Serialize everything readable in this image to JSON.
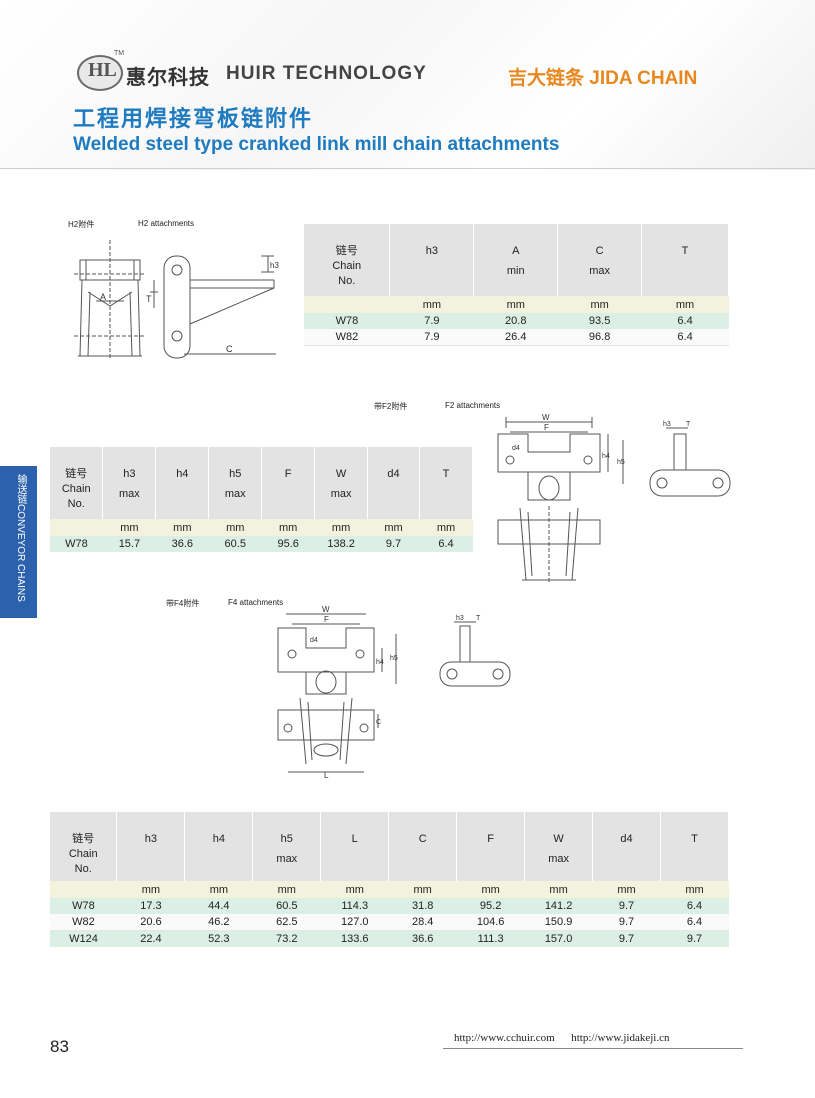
{
  "header": {
    "logo_text": "HL",
    "tm": "TM",
    "brand_cn": "惠尔科技",
    "brand_en": "HUIR TECHNOLOGY",
    "brand_right": "吉大链条 JIDA CHAIN",
    "title_cn": "工程用焊接弯板链附件",
    "title_en": "Welded steel type cranked link mill chain attachments"
  },
  "sidebar": {
    "label": "输送链CONVEYOR CHAINS"
  },
  "sections": {
    "h2": {
      "cap_cn": "H2附件",
      "cap_en": "H2 attachments"
    },
    "f2": {
      "cap_cn": "带F2附件",
      "cap_en": "F2 attachments"
    },
    "f4": {
      "cap_cn": "带F4附件",
      "cap_en": "F4 attachments"
    }
  },
  "labels": {
    "h3": "h3",
    "A": "A",
    "T": "T",
    "C": "C",
    "W": "W",
    "F": "F",
    "d4": "d4",
    "h4": "h4",
    "h5": "h5",
    "L": "L"
  },
  "tables": {
    "h2": {
      "headers": [
        [
          "链号",
          "Chain",
          "No."
        ],
        [
          "h3"
        ],
        [
          "A",
          "min"
        ],
        [
          "C",
          "max"
        ],
        [
          "T"
        ]
      ],
      "units": [
        "",
        "mm",
        "mm",
        "mm",
        "mm"
      ],
      "rows": [
        [
          "W78",
          "7.9",
          "20.8",
          "93.5",
          "6.4"
        ],
        [
          "W82",
          "7.9",
          "26.4",
          "96.8",
          "6.4"
        ]
      ]
    },
    "f2": {
      "headers": [
        [
          "链号",
          "Chain",
          "No."
        ],
        [
          "h3",
          "max"
        ],
        [
          "h4"
        ],
        [
          "h5",
          "max"
        ],
        [
          "F"
        ],
        [
          "W",
          "max"
        ],
        [
          "d4"
        ],
        [
          "T"
        ]
      ],
      "units": [
        "",
        "mm",
        "mm",
        "mm",
        "mm",
        "mm",
        "mm",
        "mm"
      ],
      "rows": [
        [
          "W78",
          "15.7",
          "36.6",
          "60.5",
          "95.6",
          "138.2",
          "9.7",
          "6.4"
        ]
      ]
    },
    "f4": {
      "headers": [
        [
          "链号",
          "Chain",
          "No."
        ],
        [
          "h3"
        ],
        [
          "h4"
        ],
        [
          "h5",
          "max"
        ],
        [
          "L"
        ],
        [
          "C"
        ],
        [
          "F"
        ],
        [
          "W",
          "max"
        ],
        [
          "d4"
        ],
        [
          "T"
        ]
      ],
      "units": [
        "",
        "mm",
        "mm",
        "mm",
        "mm",
        "mm",
        "mm",
        "mm",
        "mm",
        "mm"
      ],
      "rows": [
        [
          "W78",
          "17.3",
          "44.4",
          "60.5",
          "114.3",
          "31.8",
          "95.2",
          "141.2",
          "9.7",
          "6.4"
        ],
        [
          "W82",
          "20.6",
          "46.2",
          "62.5",
          "127.0",
          "28.4",
          "104.6",
          "150.9",
          "9.7",
          "6.4"
        ],
        [
          "W124",
          "22.4",
          "52.3",
          "73.2",
          "133.6",
          "36.6",
          "111.3",
          "157.0",
          "9.7",
          "9.7"
        ]
      ]
    }
  },
  "footer": {
    "page": "83",
    "url1": "http://www.cchuir.com",
    "url2": "http://www.jidakeji.cn"
  },
  "colors": {
    "title_blue": "#1f7bbf",
    "brand_orange": "#e8871e",
    "sidebar_blue": "#2c62ad"
  }
}
